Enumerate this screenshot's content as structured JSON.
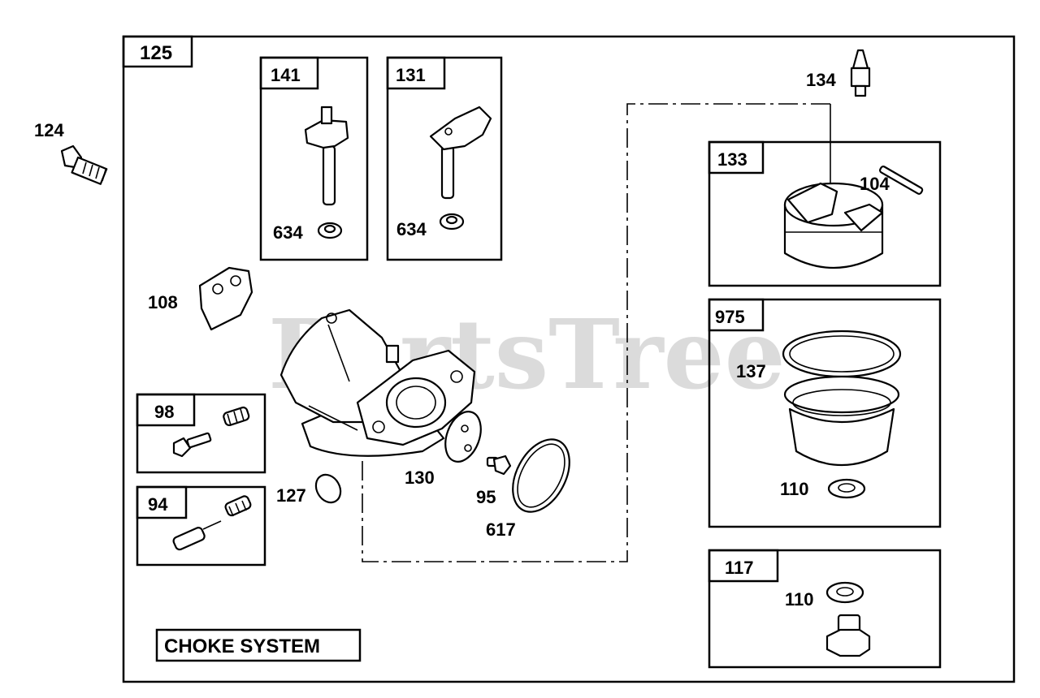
{
  "watermark": "PartsTree",
  "assembly_label": "125",
  "section_title": "CHOKE SYSTEM",
  "kits": {
    "k141": {
      "label": "141",
      "parts": [
        "634"
      ]
    },
    "k131": {
      "label": "131",
      "parts": [
        "634"
      ]
    },
    "k133": {
      "label": "133",
      "parts": [
        "104"
      ]
    },
    "k975": {
      "label": "975",
      "parts": [
        "137",
        "110"
      ]
    },
    "k117": {
      "label": "117",
      "parts": [
        "110"
      ]
    },
    "k98": {
      "label": "98"
    },
    "k94": {
      "label": "94"
    }
  },
  "parts": {
    "p124": "124",
    "p134": "134",
    "p108": "108",
    "p127": "127",
    "p130": "130",
    "p95": "95",
    "p617": "617"
  }
}
